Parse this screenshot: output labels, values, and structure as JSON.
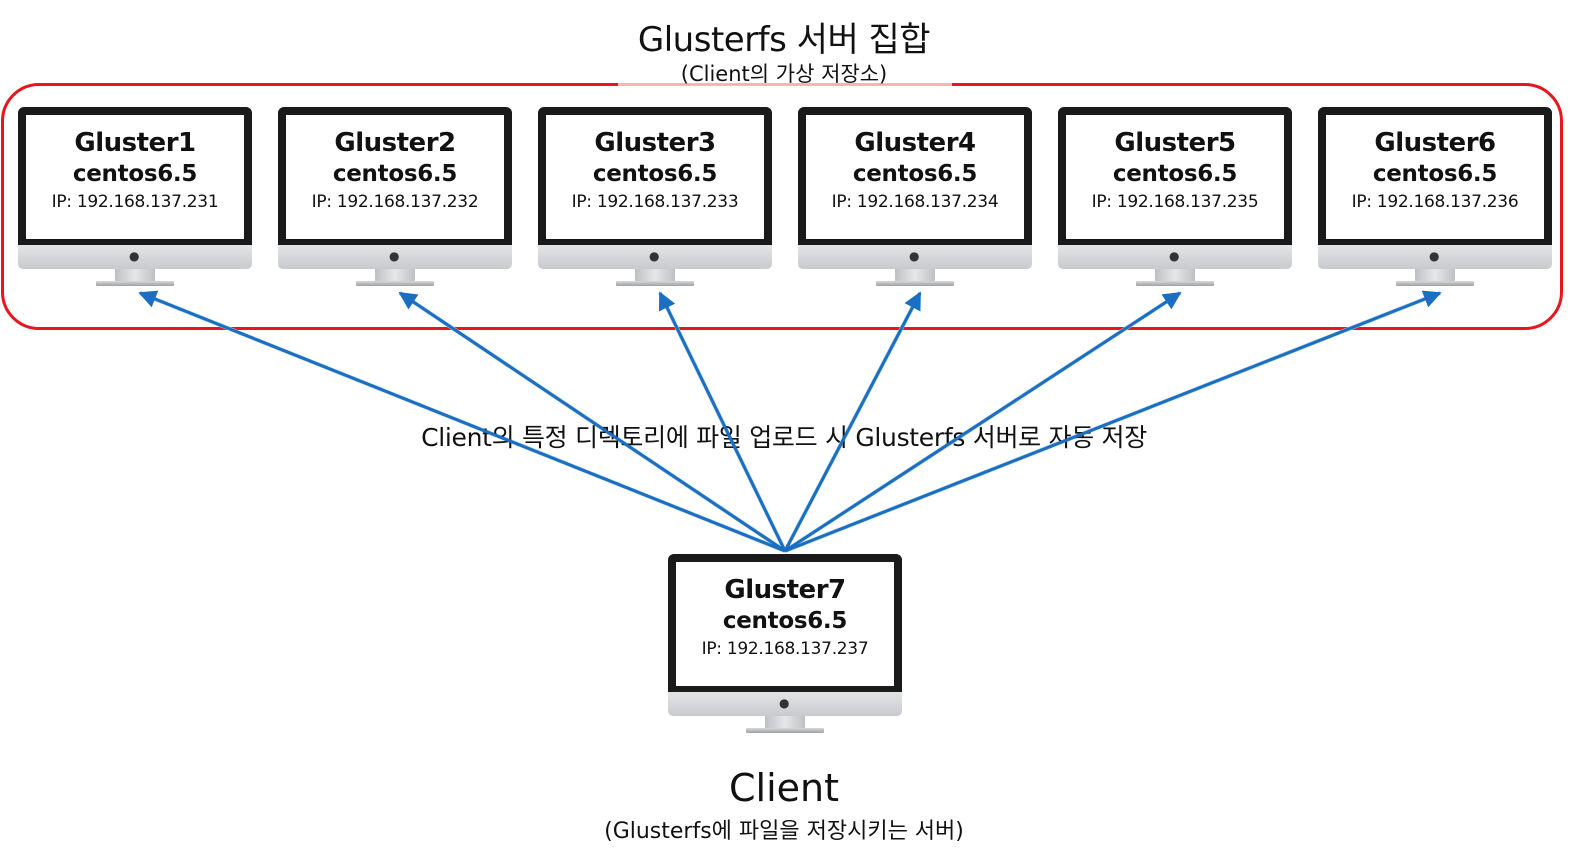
{
  "title": "Glusterfs 서버 집합",
  "subtitle": "(Client의 가상 저장소)",
  "caption": "Client의 특정 디렉토리에 파일 업로드 시 Glusterfs 서버로 자동 저장",
  "servers": [
    {
      "name": "Gluster1",
      "os": "centos6.5",
      "ip": "IP: 192.168.137.231"
    },
    {
      "name": "Gluster2",
      "os": "centos6.5",
      "ip": "IP: 192.168.137.232"
    },
    {
      "name": "Gluster3",
      "os": "centos6.5",
      "ip": "IP: 192.168.137.233"
    },
    {
      "name": "Gluster4",
      "os": "centos6.5",
      "ip": "IP: 192.168.137.234"
    },
    {
      "name": "Gluster5",
      "os": "centos6.5",
      "ip": "IP: 192.168.137.235"
    },
    {
      "name": "Gluster6",
      "os": "centos6.5",
      "ip": "IP: 192.168.137.236"
    }
  ],
  "client": {
    "name": "Gluster7",
    "os": "centos6.5",
    "ip": "IP: 192.168.137.237",
    "label": "Client",
    "sublabel": "(Glusterfs에 파일을 저장시키는 서버)"
  },
  "colors": {
    "cluster_border": "#e8161c",
    "arrow": "#1a6fc2",
    "arrow_light": "#a9cbe8"
  },
  "icons": {
    "monitor": "imac-monitor-icon",
    "logo": "apple-logo-icon"
  }
}
